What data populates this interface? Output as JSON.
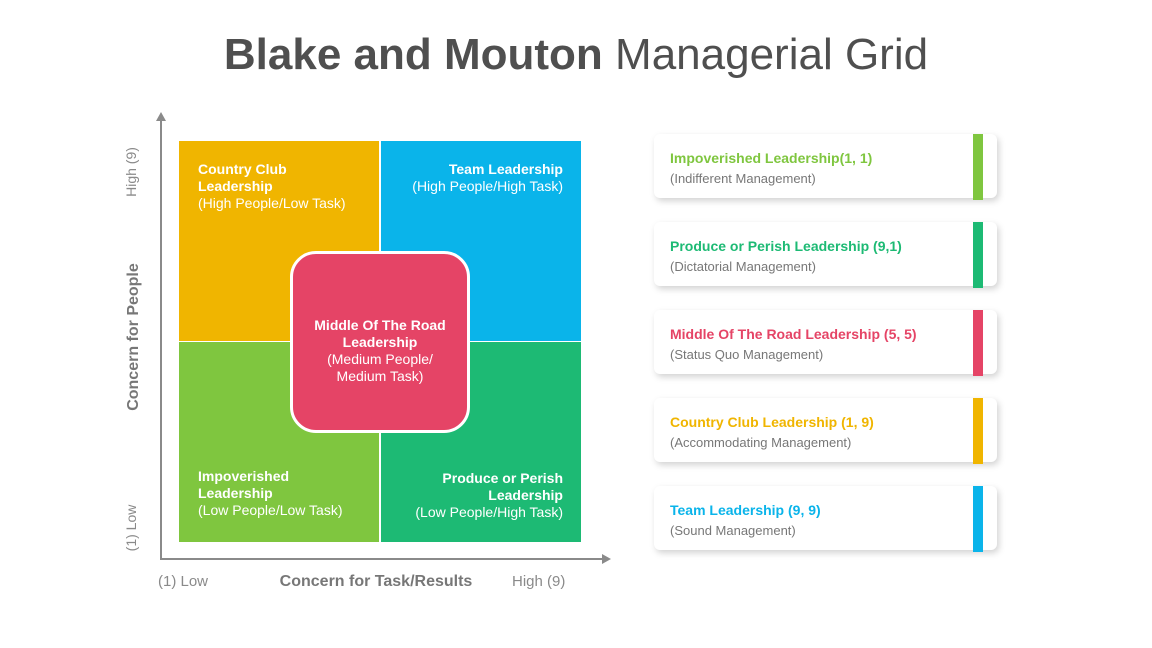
{
  "title": {
    "bold": "Blake and Mouton",
    "light": "Managerial Grid"
  },
  "axes": {
    "y_high": "High (9)",
    "y_title": "Concern for People",
    "y_low": "(1) Low",
    "x_low": "(1) Low",
    "x_title": "Concern for Task/Results",
    "x_high": "High (9)"
  },
  "quadrants": {
    "top_left": {
      "name_line1": "Country Club",
      "name_line2": "Leadership",
      "sub": "(High People/Low Task)",
      "color": "#f0b500"
    },
    "top_right": {
      "name": "Team Leadership",
      "sub": "(High People/High Task)",
      "color": "#0ab4ea"
    },
    "bottom_left": {
      "name_line1": "Impoverished",
      "name_line2": "Leadership",
      "sub": "(Low People/Low Task)",
      "color": "#7fc63f"
    },
    "bottom_right": {
      "name_line1": "Produce or Perish",
      "name_line2": "Leadership",
      "sub": "(Low People/High Task)",
      "color": "#1dba74"
    },
    "center": {
      "name_line1": "Middle Of The Road",
      "name_line2": "Leadership",
      "sub_line1": "(Medium People/",
      "sub_line2": "Medium Task)",
      "color": "#e54466"
    }
  },
  "legend": [
    {
      "title": "Impoverished Leadership(1, 1)",
      "sub": "(Indifferent Management)",
      "color": "#7fc63f"
    },
    {
      "title": "Produce or Perish Leadership (9,1)",
      "sub": "(Dictatorial Management)",
      "color": "#1dba74"
    },
    {
      "title": "Middle Of The Road Leadership (5, 5)",
      "sub": "(Status Quo Management)",
      "color": "#e54466"
    },
    {
      "title": "Country Club Leadership (1, 9)",
      "sub": "(Accommodating Management)",
      "color": "#f0b500"
    },
    {
      "title": "Team Leadership (9, 9)",
      "sub": "(Sound Management)",
      "color": "#0ab4ea"
    }
  ]
}
